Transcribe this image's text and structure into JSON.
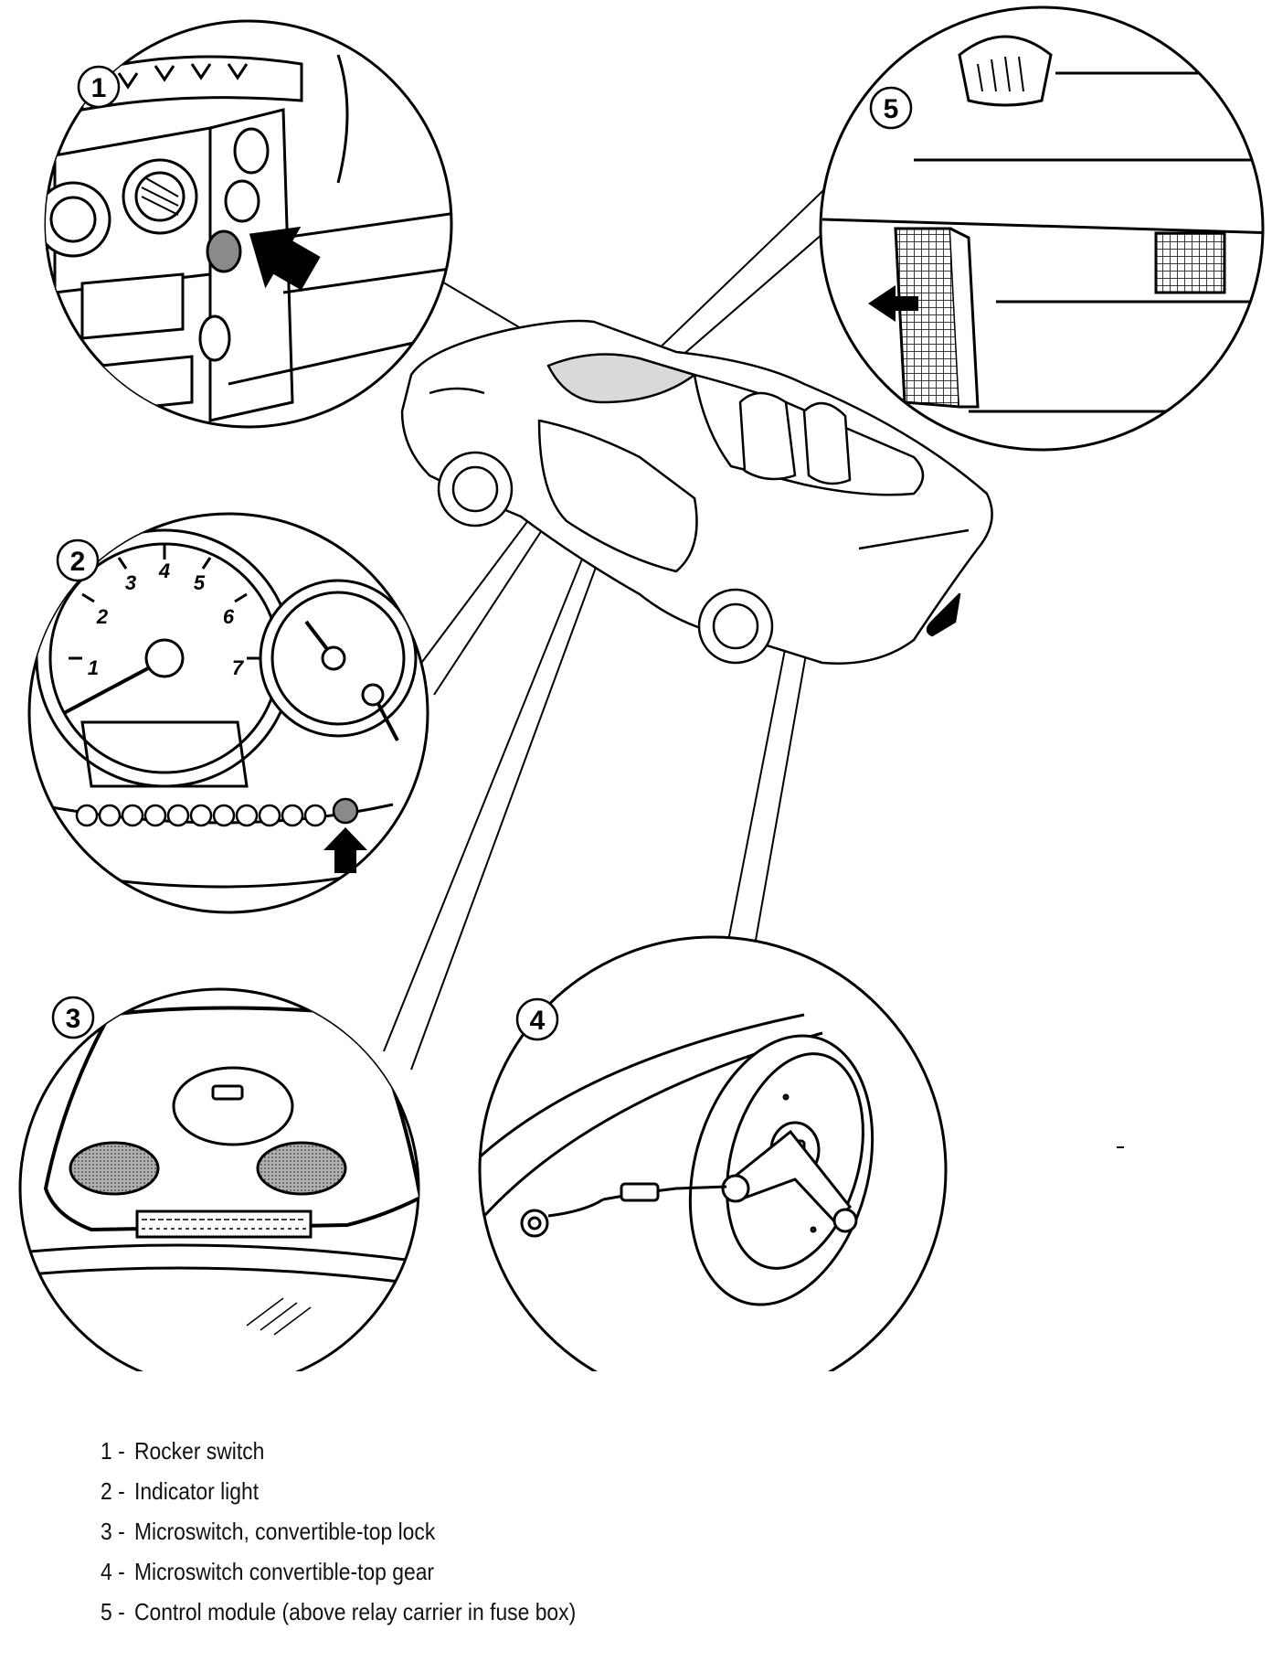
{
  "callouts": [
    "1",
    "2",
    "3",
    "4",
    "5"
  ],
  "gauge_numbers": [
    "1",
    "2",
    "3",
    "4",
    "5",
    "6",
    "7"
  ],
  "legend": [
    {
      "num": "1 -",
      "text": "Rocker switch"
    },
    {
      "num": "2 -",
      "text": "Indicator light"
    },
    {
      "num": "3 -",
      "text": "Microswitch, convertible-top lock"
    },
    {
      "num": "4 -",
      "text": "Microswitch convertible-top gear"
    },
    {
      "num": "5 -",
      "text": "Control module (above relay carrier in fuse box)"
    }
  ],
  "colors": {
    "line": "#000000",
    "shade": "#8a8a8a",
    "background": "#ffffff"
  }
}
